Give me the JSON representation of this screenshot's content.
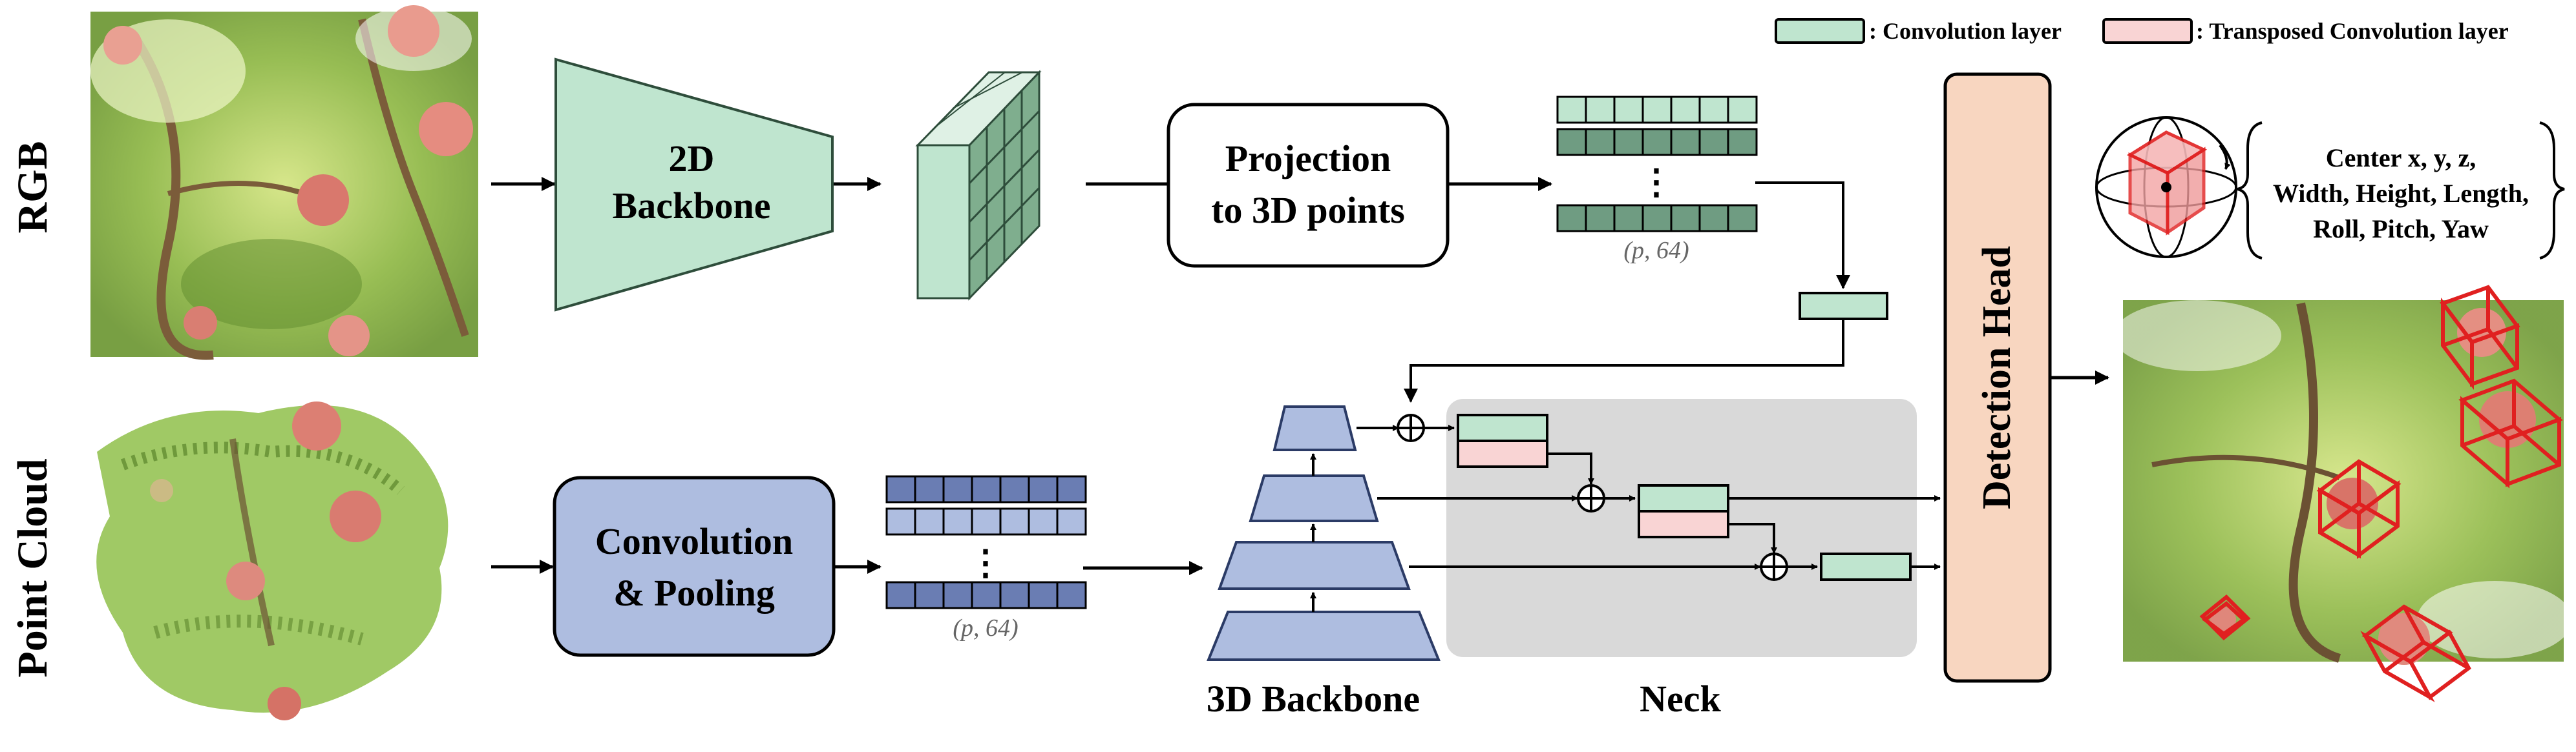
{
  "rows": {
    "rgb_label": "RGB",
    "point_cloud_label": "Point Cloud"
  },
  "blocks": {
    "backbone_2d": [
      "2D",
      "Backbone"
    ],
    "projection": [
      "Projection",
      "to 3D points"
    ],
    "conv_pooling": [
      "Convolution",
      "& Pooling"
    ],
    "backbone_3d": "3D Backbone",
    "neck": "Neck",
    "detection_head": "Detection Head"
  },
  "features": {
    "rgb_shape": "(p, 64)",
    "pc_shape": "(p, 64)",
    "ellipsis": "⋮"
  },
  "legend": {
    "conv": ": Convolution layer",
    "transposed": ": Transposed Convolution layer"
  },
  "outputs": [
    "Center x, y, z,",
    "Width, Height, Length,",
    "Roll, Pitch, Yaw"
  ],
  "colors": {
    "green_fill": "#bfe5cf",
    "green_stroke": "#3d6b52",
    "blue_fill": "#aebde0",
    "blue_stroke": "#2b3b66",
    "pink_fill": "#f9d4d4",
    "head_fill": "#f8d6c0",
    "neck_fill": "#d9d9d9",
    "box_red": "#e02020",
    "dark_green_cell": "#6f9c82",
    "dark_blue_cell": "#6a7db3"
  },
  "icons": {
    "rgb_image": "apple-tree-photo",
    "point_cloud": "apple-tree-point-cloud",
    "result_image": "apple-tree-detections"
  }
}
